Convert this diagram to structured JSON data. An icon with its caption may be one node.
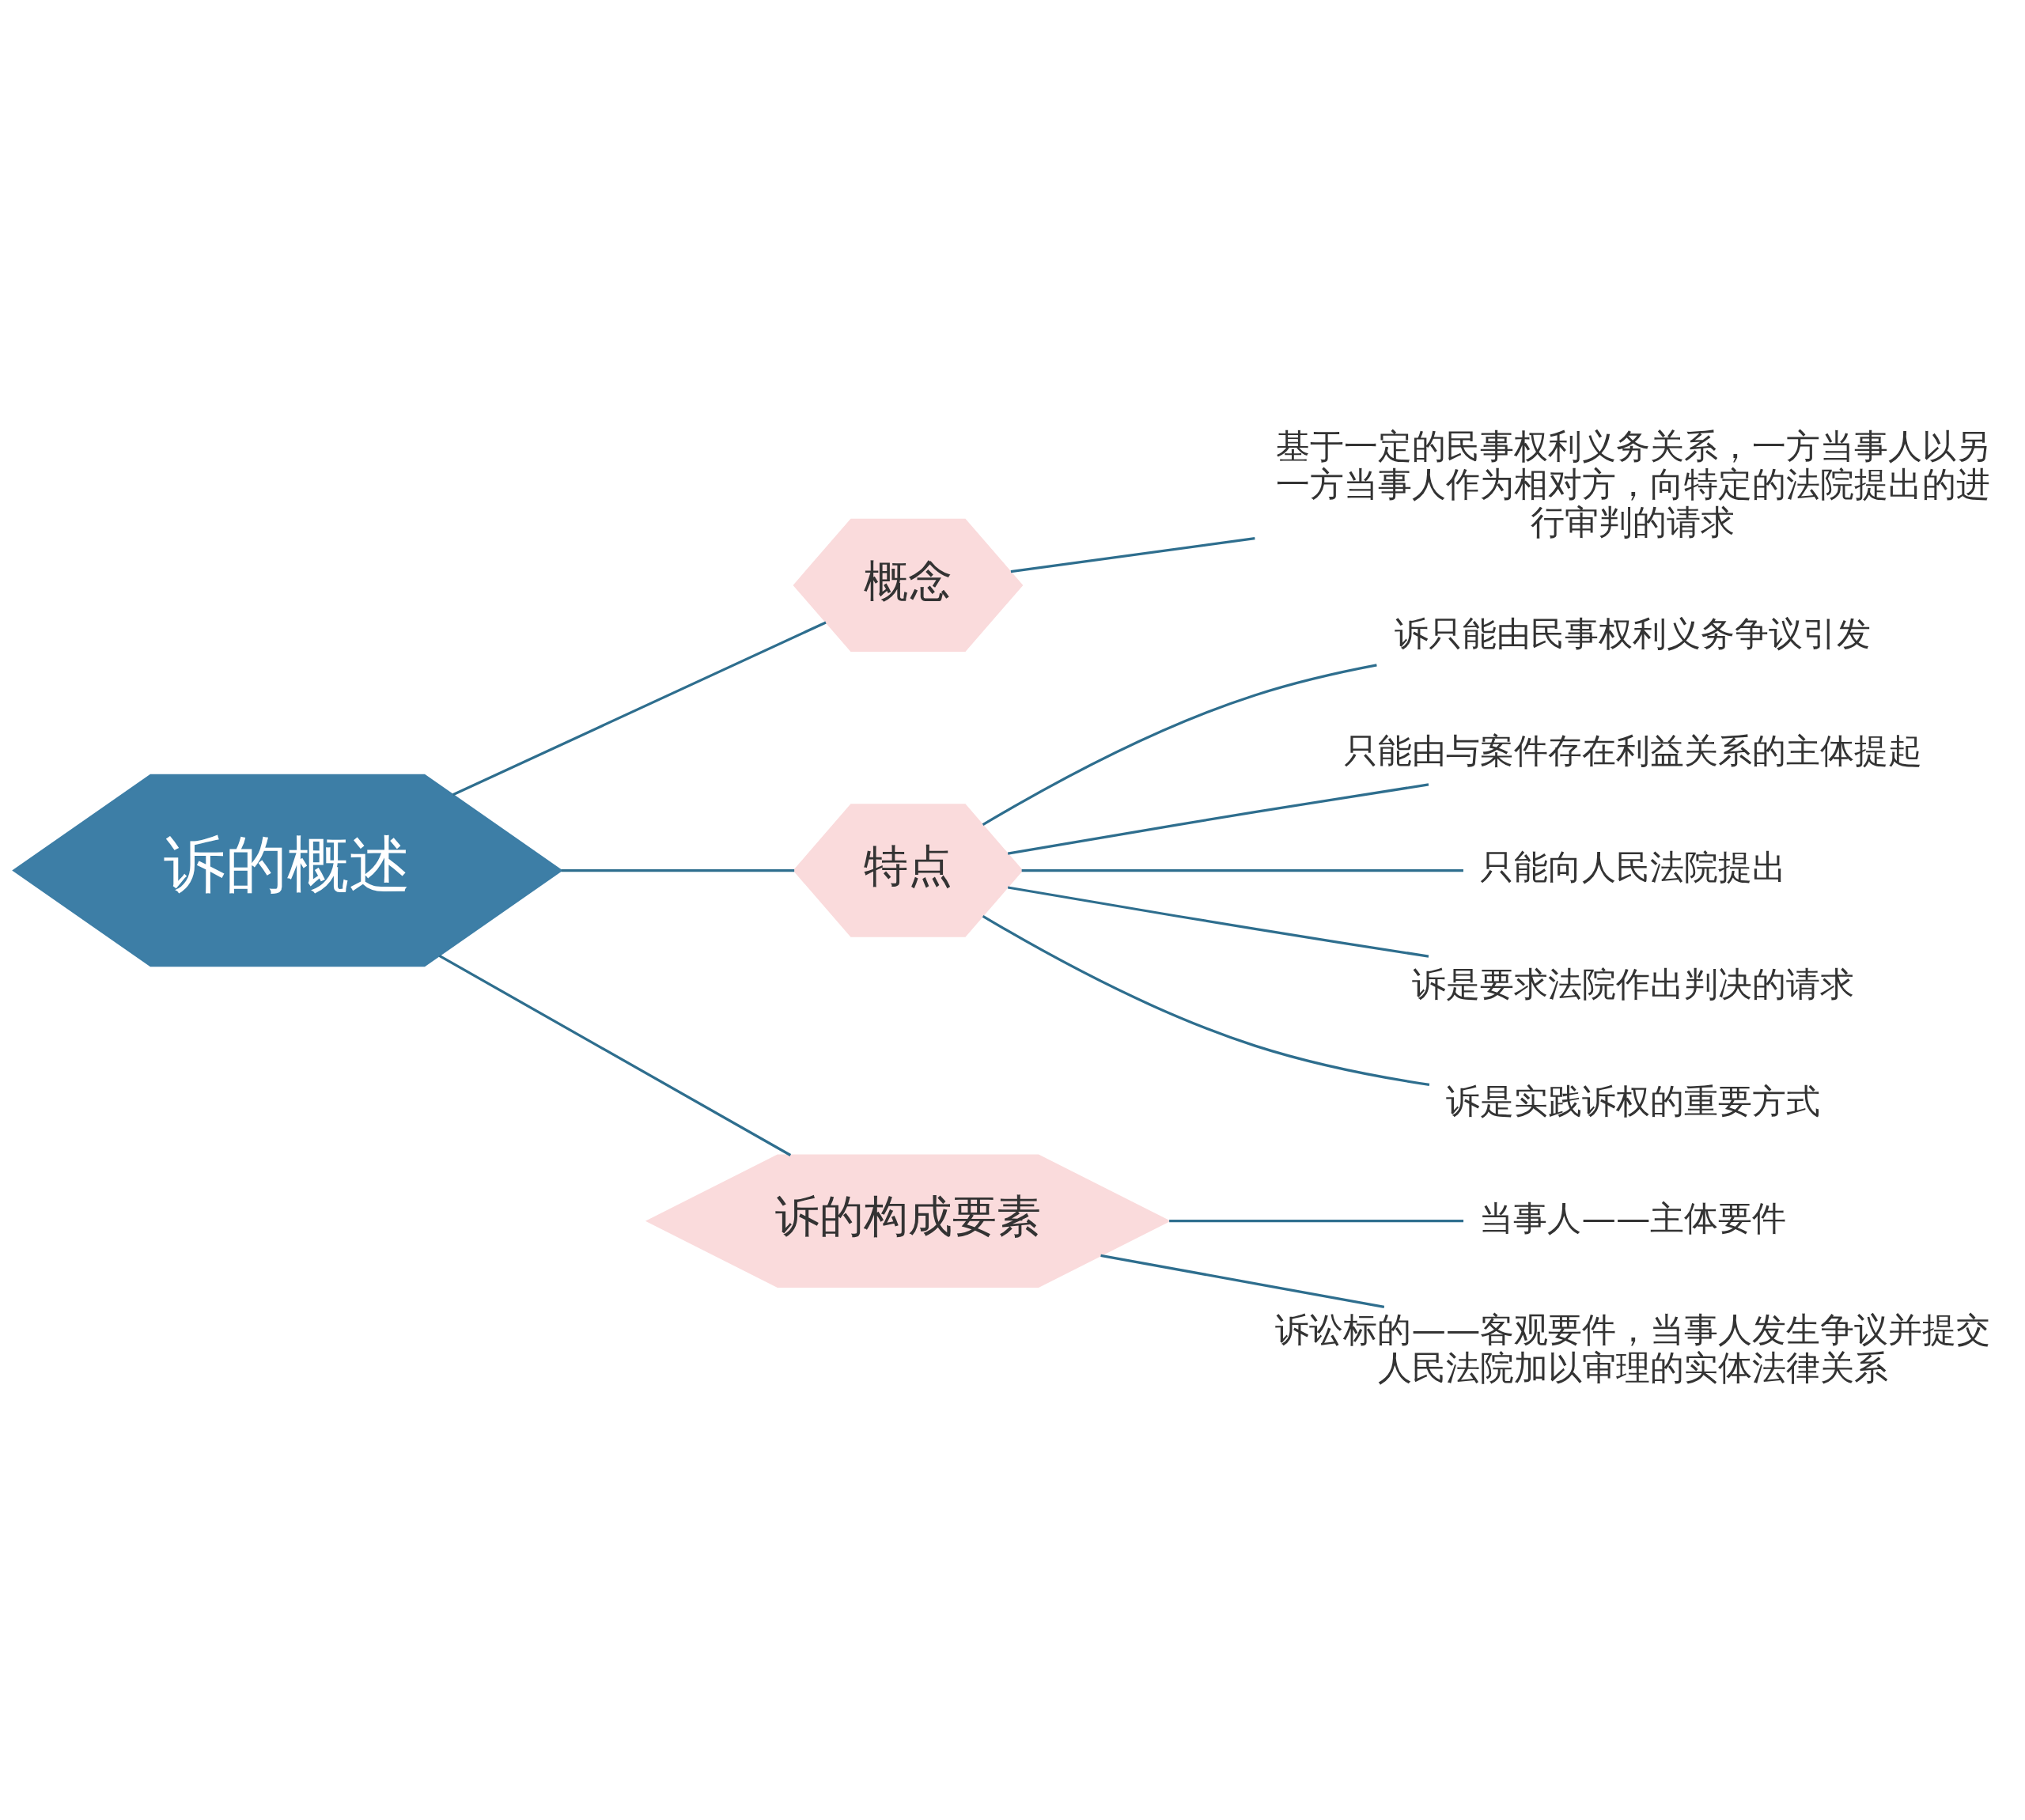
{
  "diagram": {
    "nodes": [
      {
        "text": [
          "诉的概述"
        ]
      },
      {
        "text": [
          "概念"
        ]
      },
      {
        "text": [
          "基于一定的民事权利义务关系，一方当事人以另一方当事人作为相对方，向特定的法院提出的进行审判的请求"
        ]
      },
      {
        "text": [
          "特点"
        ]
      },
      {
        "text": [
          "诉只能由民事权利义务争议引发"
        ]
      },
      {
        "text": [
          "只能由与案件存在利益关系的主体提起"
        ]
      },
      {
        "text": [
          "只能向人民法院提出"
        ]
      },
      {
        "text": [
          "诉是要求法院作出判决的请求"
        ]
      },
      {
        "text": [
          "诉是实践诉权的重要方式"
        ]
      },
      {
        "text": [
          "诉的构成要素"
        ]
      },
      {
        "text": [
          "当事人——主体要件"
        ]
      },
      {
        "text": [
          "诉讼标的——客观要件，当事人发生争议并提交人民法院加以审理的实体法律关系"
        ]
      }
    ],
    "edges": [
      {
        "from": 0,
        "to": 1,
        "arrow": "none"
      },
      {
        "from": 1,
        "to": 2,
        "arrow": "none"
      },
      {
        "from": 0,
        "to": 3,
        "arrow": "none"
      },
      {
        "from": 3,
        "to": 4,
        "arrow": "none"
      },
      {
        "from": 3,
        "to": 5,
        "arrow": "none"
      },
      {
        "from": 3,
        "to": 6,
        "arrow": "none"
      },
      {
        "from": 3,
        "to": 7,
        "arrow": "none"
      },
      {
        "from": 3,
        "to": 8,
        "arrow": "none"
      },
      {
        "from": 0,
        "to": 9,
        "arrow": "none"
      },
      {
        "from": 9,
        "to": 10,
        "arrow": "none"
      },
      {
        "from": 9,
        "to": 11,
        "arrow": "none"
      }
    ]
  }
}
